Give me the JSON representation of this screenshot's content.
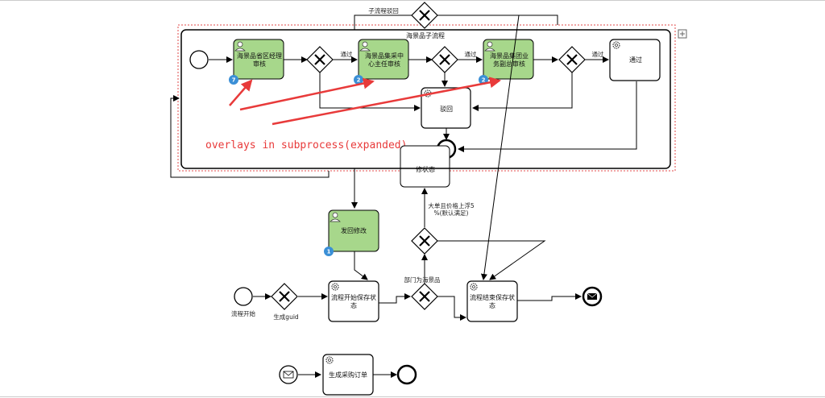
{
  "subprocess": {
    "title": "海景品子流程",
    "tasks": {
      "t1": {
        "label_lines": [
          "海景品省区经理",
          "审核"
        ],
        "badge": "7"
      },
      "t2": {
        "label_lines": [
          "海景品集采中",
          "心主任审核"
        ],
        "badge": "2"
      },
      "t3": {
        "label_lines": [
          "海景品集团业",
          "务副总审核"
        ],
        "badge": "2"
      },
      "t4": {
        "label_lines": [
          "通过"
        ]
      },
      "t5": {
        "label_lines": [
          "驳回"
        ]
      }
    },
    "flow_labels": {
      "pass1": "通过",
      "pass2": "通过",
      "pass3": "通过"
    },
    "overlay_text": "overlays in subprocess(expanded)"
  },
  "top_flow_label": "子流程驳回",
  "main": {
    "tasks": {
      "status": {
        "label_lines": [
          "修状态"
        ]
      },
      "reject_edit": {
        "label_lines": [
          "发回修改"
        ],
        "badge": "1"
      },
      "start_status": {
        "label_lines": [
          "流程开始保存状",
          "态"
        ]
      },
      "end_status": {
        "label_lines": [
          "流程结束保存状",
          "态"
        ]
      },
      "gen_order": {
        "label_lines": [
          "生成采购订单"
        ]
      }
    },
    "labels": {
      "start": "流程开始",
      "gen_guid": "生成guid",
      "dept": "部门为海景品",
      "cond_lines": [
        "大单且价格上浮5",
        "%(默认满足)"
      ]
    }
  },
  "colors": {
    "task_green": "#a7d78b",
    "task_white": "#ffffff",
    "badge_blue": "#3a8fd6",
    "arrow_red": "#e83a3a",
    "dashed_red": "#e24a4a"
  }
}
